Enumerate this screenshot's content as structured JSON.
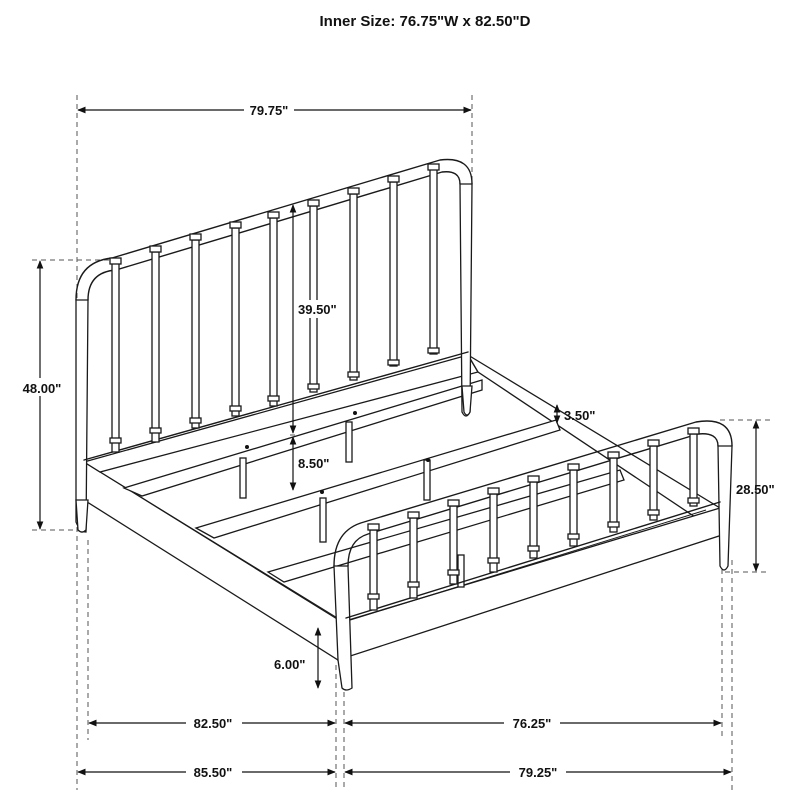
{
  "title": "Inner Size: 76.75\"W x 82.50\"D",
  "dimensions": {
    "headboard_width": "79.75\"",
    "headboard_height": "48.00\"",
    "spindle_height": "39.50\"",
    "clearance_under_rail": "8.50\"",
    "slat_offset": "3.50\"",
    "footboard_height": "28.50\"",
    "leg_height": "6.00\"",
    "inner_length": "82.50\"",
    "inner_width": "76.25\"",
    "overall_length": "85.50\"",
    "overall_width": "79.25\""
  }
}
